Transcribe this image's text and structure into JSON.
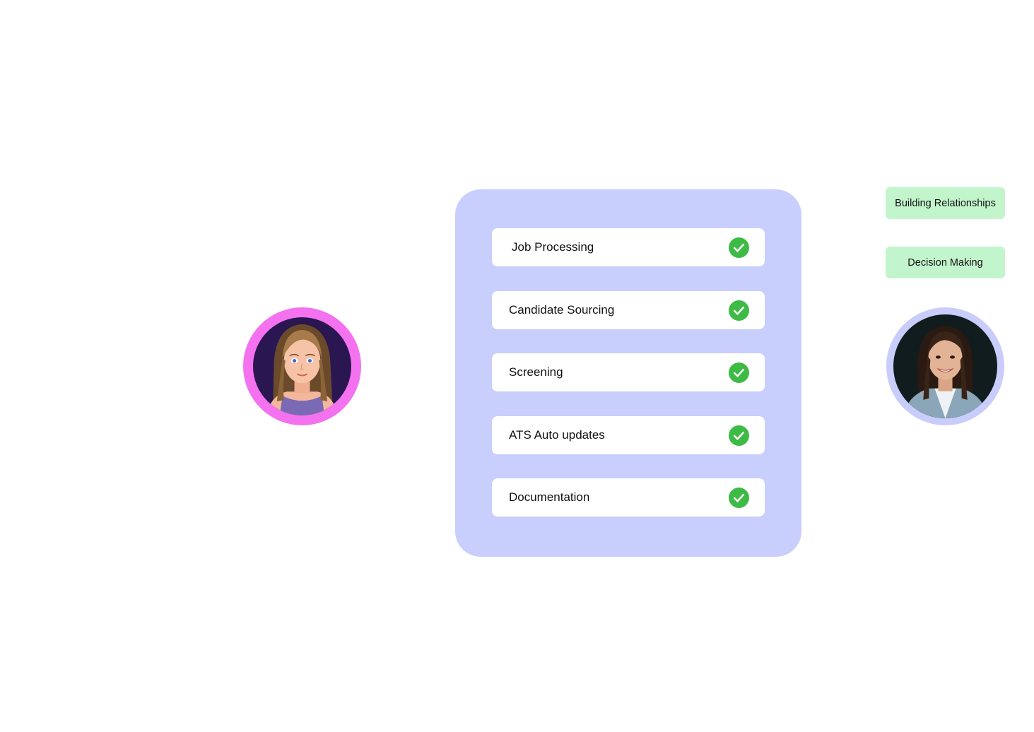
{
  "colors": {
    "panel_background": "#c9cffd",
    "task_background": "#ffffff",
    "check_green": "#3dbb45",
    "tag_background": "#c3f5cc",
    "left_avatar_ring": "#f472f0",
    "right_avatar_ring": "#c9cdfc"
  },
  "left_avatar": {
    "icon": "cartoon-woman-avatar"
  },
  "tasks": [
    {
      "label": "Job Processing",
      "icon": "check-circle-icon"
    },
    {
      "label": "Candidate Sourcing",
      "icon": "check-circle-icon"
    },
    {
      "label": "Screening",
      "icon": "check-circle-icon"
    },
    {
      "label": "ATS Auto updates",
      "icon": "check-circle-icon"
    },
    {
      "label": "Documentation",
      "icon": "check-circle-icon"
    }
  ],
  "tags": [
    {
      "label": "Building Relationships"
    },
    {
      "label": "Decision Making"
    }
  ],
  "right_avatar": {
    "icon": "photo-woman-avatar"
  }
}
